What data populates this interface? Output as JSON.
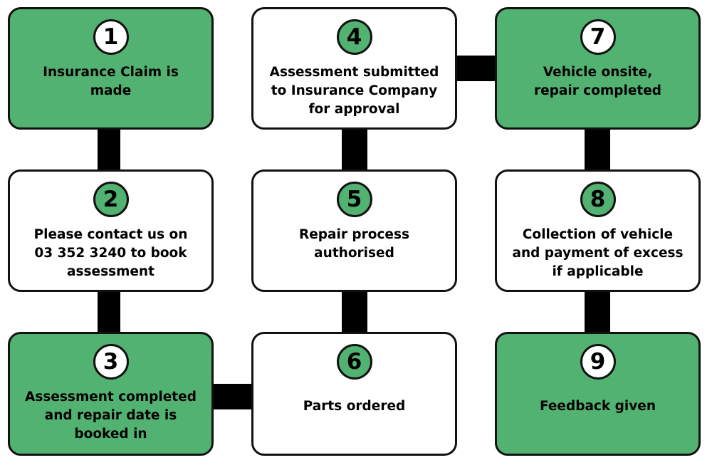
{
  "colors": {
    "accent_green": "#52b272",
    "box_white": "#ffffff",
    "outline": "#111111",
    "connector": "#000000"
  },
  "steps": [
    {
      "number": "1",
      "text": "Insurance Claim is\nmade"
    },
    {
      "number": "2",
      "text": "Please contact us on\n03 352 3240 to book\nassessment"
    },
    {
      "number": "3",
      "text": "Assessment completed\nand repair date is\nbooked in"
    },
    {
      "number": "4",
      "text": "Assessment submitted\nto Insurance Company\nfor approval"
    },
    {
      "number": "5",
      "text": "Repair process\nauthorised"
    },
    {
      "number": "6",
      "text": "Parts ordered"
    },
    {
      "number": "7",
      "text": "Vehicle onsite,\nrepair completed"
    },
    {
      "number": "8",
      "text": "Collection of vehicle\nand payment of excess\nif applicable"
    },
    {
      "number": "9",
      "text": "Feedback given"
    }
  ]
}
